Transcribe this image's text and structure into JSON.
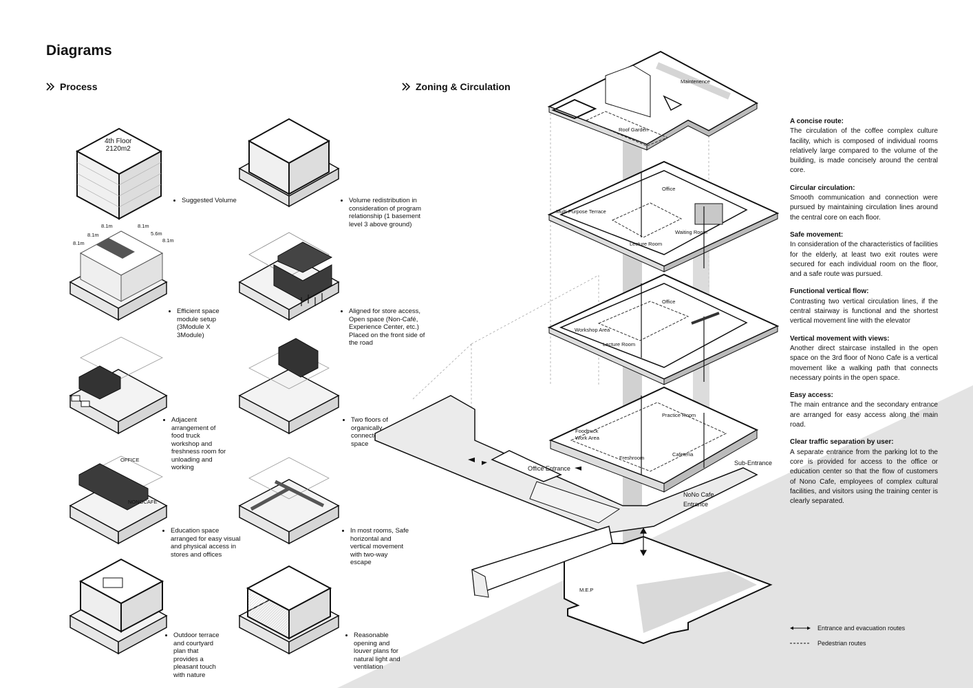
{
  "page_title": "Diagrams",
  "sections": {
    "process": "Process",
    "zoning": "Zoning & Circulation"
  },
  "process_volume_label": {
    "line1": "4th Floor",
    "line2": "2120m2"
  },
  "process_dimensions": [
    "8.1m",
    "8.1m",
    "8.1m",
    "5.6m",
    "8.1m",
    "8.1m"
  ],
  "process_block_labels": {
    "office": "OFFICE",
    "nonocafe": "NONOCAFE"
  },
  "process_captions": [
    "Suggested Volume",
    "Volume redistribution in consideration of program relationship (1 basement level 3 above ground)",
    "Efficient space module setup (3Module X 3Module)",
    "Aligned for store access, Open space (Non-Café, Experience Center, etc.) Placed on the front side of the road",
    "Adjacent arrangement of food truck workshop and freshness room for unloading and working",
    "Two floors of organically connected office space",
    "Education space arranged for easy visual and physical access in stores and offices",
    "In most rooms, Safe horizontal and vertical movement with two-way escape",
    "Outdoor terrace and courtyard plan that provides a pleasant touch with nature",
    "Reasonable opening and louver plans for natural light and ventilation"
  ],
  "zone_labels": {
    "maintenence": "Maintenence",
    "roof_garden": "Roof Garden",
    "office_4": "Office",
    "multi_purpose": "Multi Purpose Terrace",
    "waiting_room": "Waiting Room",
    "lecture_room_4": "Lecture Room",
    "office_3": "Office",
    "workshop": "Workshop Area",
    "lecture_room_3": "Lecture Room",
    "practice_room": "Practice Room",
    "foodtruck": "Foodtruck Work Area",
    "freshroom": "Freshroom",
    "cafeteria": "Cafeteria",
    "office_entrance": "Office Entrance",
    "sub_entrance": "Sub-Entrance",
    "nono_entrance_1": "NoNo Cafe",
    "nono_entrance_2": "Entrance",
    "mep": "M.E.P"
  },
  "notes": [
    {
      "heading": "A concise route:",
      "body": "The circulation of the coffee complex culture facility, which is composed of individual rooms relatively large compared to the volume of the building, is made concisely around the central core."
    },
    {
      "heading": "Circular circulation:",
      "body": "Smooth communication and connection were pursued by maintaining circulation lines around the central core on each floor."
    },
    {
      "heading": "Safe movement:",
      "body": "In consideration of the characteristics of facilities for the elderly, at least two exit routes were secured for each individual room on the floor, and a safe route was pursued."
    },
    {
      "heading": "Functional vertical flow:",
      "body": "Contrasting two vertical circulation lines, if the central stairway is functional and the shortest vertical movement line with the elevator"
    },
    {
      "heading": "Vertical movement with views:",
      "body": "Another direct staircase installed in the open space on the 3rd floor of Nono Cafe is a vertical movement like a walking path that connects necessary points in the open space."
    },
    {
      "heading": "Easy access:",
      "body": "The main entrance and the secondary entrance are arranged for easy access along the main road."
    },
    {
      "heading": "Clear traffic separation by user:",
      "body": "A separate entrance from the parking lot to the core is provided for access to the office or education center so that the flow of customers of Nono Cafe, employees of complex cultural facilities, and visitors using the training center is clearly separated."
    }
  ],
  "legend": {
    "arrow": "Entrance and evacuation routes",
    "dashed": "Pedestrian routes"
  },
  "colors": {
    "accent_dark": "#3a3a3a",
    "ground_gray": "#e2e2e2",
    "core_gray": "#bdbdbd"
  }
}
